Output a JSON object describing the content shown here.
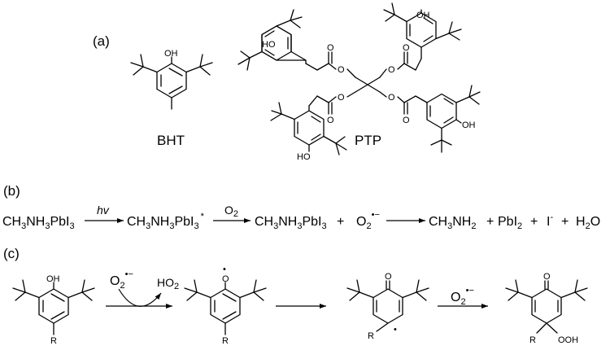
{
  "panel_a": {
    "label": "(a)",
    "bht_name": "BHT",
    "ptp_name": "PTP"
  },
  "panel_b": {
    "label": "(b)",
    "light_label": "hv",
    "oxygen_label": "O",
    "oxygen_sub": "2",
    "perovskite": {
      "ch": "CH",
      "s1": "3",
      "nh": "NH",
      "s2": "3",
      "pbi": "PbI",
      "s3": "3"
    },
    "excited_mark": "*",
    "plus": "+",
    "superoxide": {
      "o": "O",
      "sub": "2",
      "radical": "•",
      "charge": "−"
    },
    "methylamine": {
      "ch": "CH",
      "s1": "3",
      "nh": "NH",
      "s2": "2"
    },
    "lead_iodide": {
      "pbi": "PbI",
      "s": "2"
    },
    "iodide": {
      "i": "I",
      "charge": "-"
    },
    "water": {
      "h": "H",
      "s": "2",
      "o": "O"
    }
  },
  "panel_c": {
    "label": "(c)",
    "superoxide": {
      "o": "O",
      "sub": "2",
      "radical": "•",
      "charge": "−"
    },
    "hydroperoxyl": {
      "ho": "HO",
      "sub": "2"
    },
    "substituent": "R",
    "radical_dot": "•",
    "hydroperoxide": "OOH"
  },
  "atoms": {
    "oh": "OH",
    "ho": "HO",
    "o": "O"
  }
}
